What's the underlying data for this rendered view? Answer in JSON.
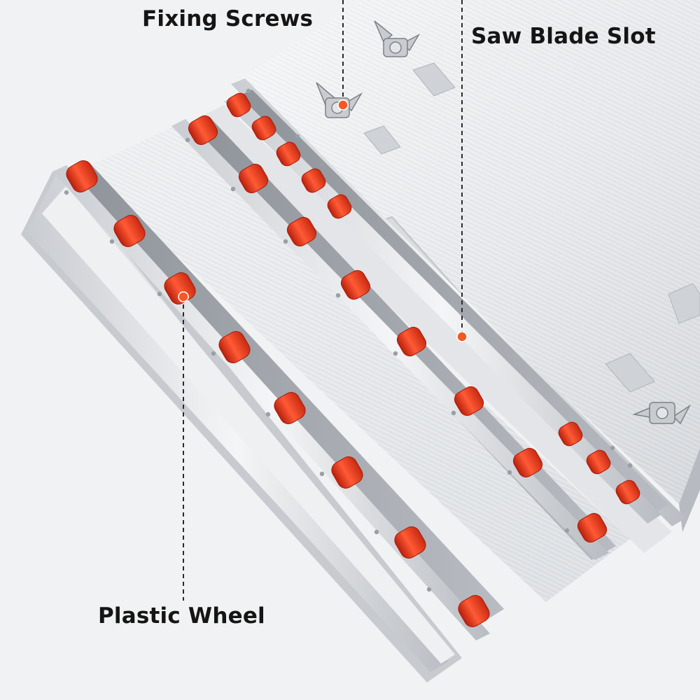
{
  "callouts": {
    "fixing_screws": "Fixing Screws",
    "saw_blade_slot": "Saw Blade Slot",
    "plastic_wheel": "Plastic Wheel"
  },
  "colors": {
    "background": "#f1f2f3",
    "aluminum_light": "#e9ebee",
    "aluminum_mid": "#d3d6da",
    "aluminum_dark": "#a9adb3",
    "wheel_red": "#e8381c",
    "marker_dot": "#f15a24",
    "leader_line": "#2a2a2a"
  },
  "icons": [
    "wing-nut-icon",
    "plastic-wheel-icon",
    "marker-dot-icon"
  ]
}
